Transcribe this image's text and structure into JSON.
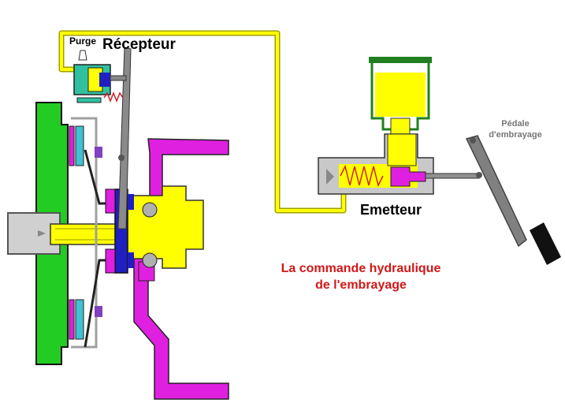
{
  "labels": {
    "purge": "Purge",
    "recepteur": "Récepteur",
    "emetteur": "Emetteur",
    "pedale_line1": "Pédale",
    "pedale_line2": "d'embrayage",
    "title_line1": "La commande hydraulique",
    "title_line2": "de l'embrayage"
  },
  "colors": {
    "hydraulic_fluid": "#ffff00",
    "pipe_outline": "#a0a000",
    "receiver_body": "#30c0a0",
    "clutch_housing": "#22cc22",
    "flywheel_frame": "#e020e0",
    "pressure_plate_blue": "#2020c0",
    "master_body": "#bcbcbc",
    "piston_magenta": "#e020e0",
    "spring_red": "#d02020",
    "reservoir_cap": "#208020",
    "pedal_arm": "#707070",
    "title_text": "#d01818"
  }
}
